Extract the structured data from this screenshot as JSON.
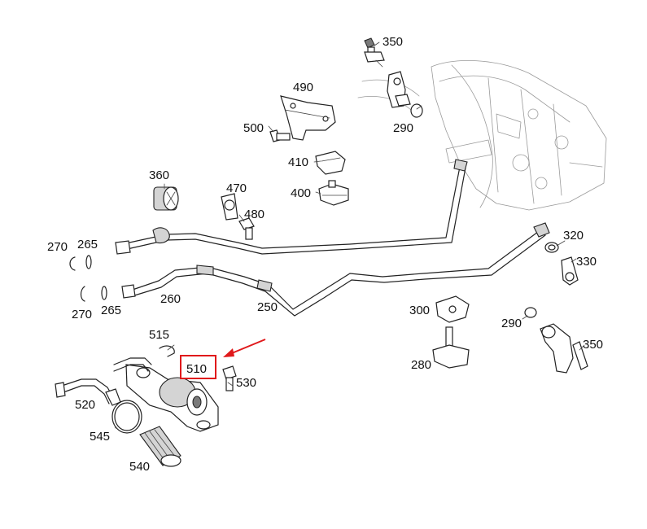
{
  "highlight_color": "#e0191b",
  "callouts": {
    "c350a": "350",
    "c490": "490",
    "c500": "500",
    "c290a": "290",
    "c410": "410",
    "c400": "400",
    "c360": "360",
    "c470": "470",
    "c480": "480",
    "c270a": "270",
    "c265a": "265",
    "c320": "320",
    "c330": "330",
    "c260": "260",
    "c250": "250",
    "c270b": "270",
    "c265b": "265",
    "c300": "300",
    "c290b": "290",
    "c350b": "350",
    "c515": "515",
    "c510": "510",
    "c530": "530",
    "c280": "280",
    "c520": "520",
    "c545": "545",
    "c540": "540"
  }
}
